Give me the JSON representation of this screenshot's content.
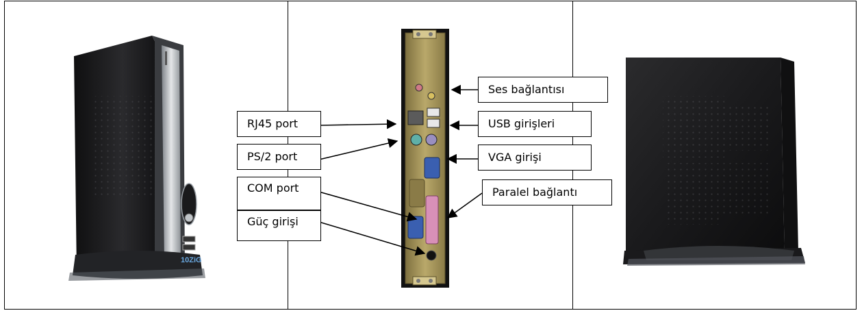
{
  "labels": {
    "rj45": "RJ45 port",
    "ps2": "PS/2 port",
    "com": "COM port",
    "power": "Güç girişi",
    "audio": "Ses bağlantısı",
    "usb": "USB girişleri",
    "vga": "VGA girişi",
    "parallel": "Paralel bağlantı"
  },
  "device": {
    "brand": "10ZiG"
  },
  "colors": {
    "case_dark": "#1c1c1e",
    "panel_silver": "#b9bdc2",
    "backplate": "#a8985a",
    "ps2_green": "#5fb0a8",
    "ps2_purple": "#9a8fc0",
    "vga_blue": "#3a5fb0",
    "parallel_pink": "#d890b8"
  }
}
